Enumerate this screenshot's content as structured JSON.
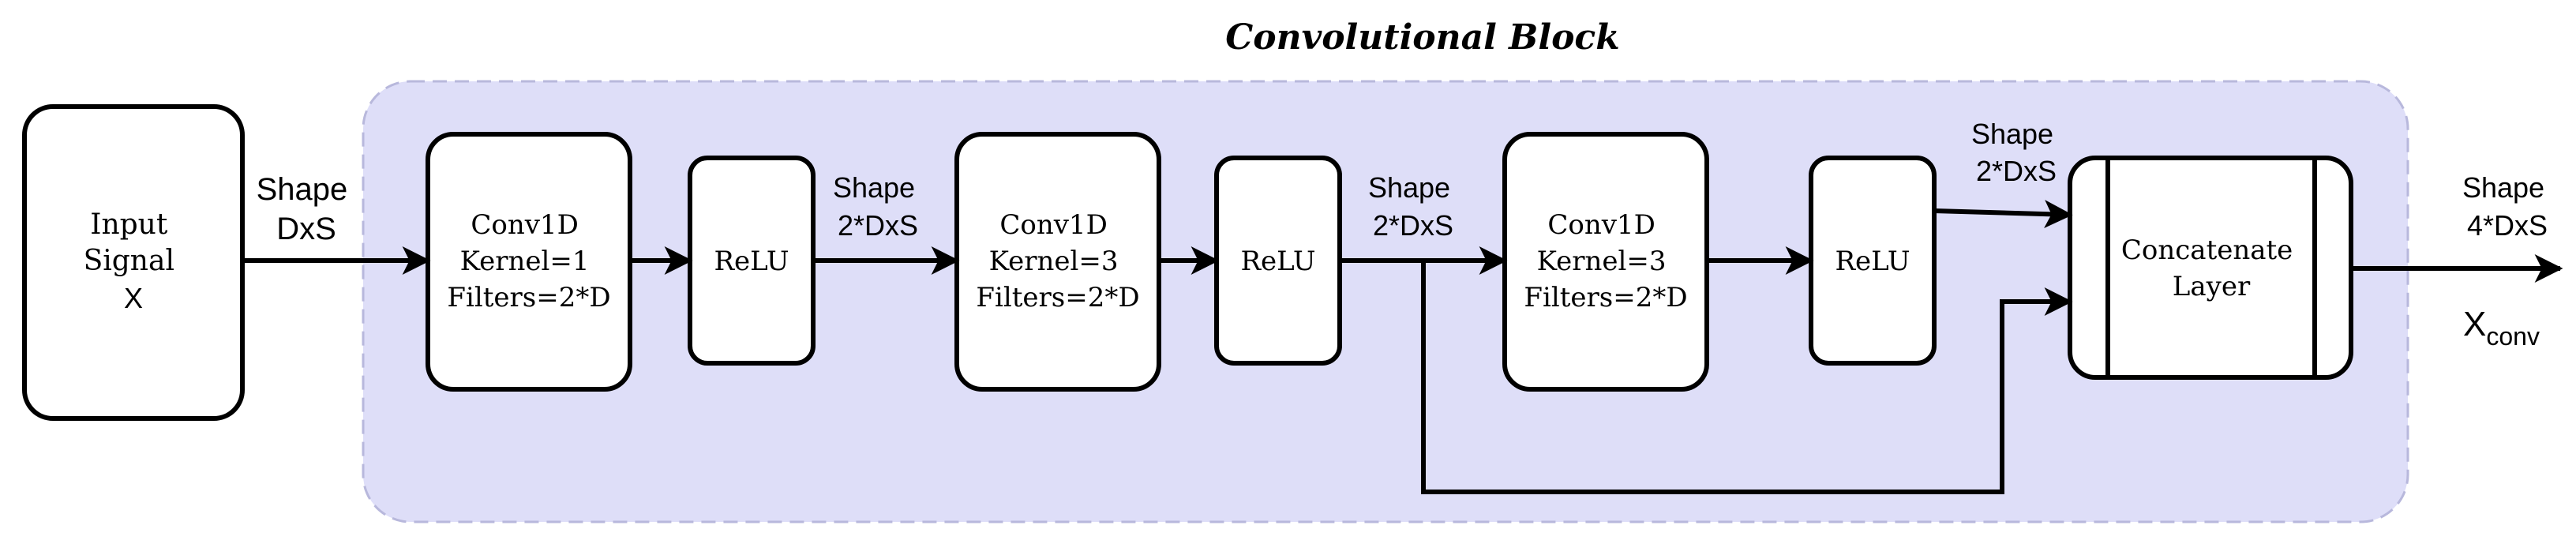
{
  "title": "Convolutional Block",
  "input": {
    "lines": [
      "Input",
      "Signal",
      "X"
    ]
  },
  "blocks": {
    "conv1": {
      "lines": [
        "Conv1D",
        "Kernel=1",
        "Filters=2*D"
      ]
    },
    "relu1": {
      "lines": [
        "ReLU"
      ]
    },
    "conv2": {
      "lines": [
        "Conv1D",
        "Kernel=3",
        "Filters=2*D"
      ]
    },
    "relu2": {
      "lines": [
        "ReLU"
      ]
    },
    "conv3": {
      "lines": [
        "Conv1D",
        "Kernel=3",
        "Filters=2*D"
      ]
    },
    "relu3": {
      "lines": [
        "ReLU"
      ]
    },
    "concat": {
      "lines": [
        "Concatenate",
        "Layer"
      ]
    }
  },
  "edge_labels": {
    "input_shape": [
      "Shape",
      "DxS"
    ],
    "relu1_shape": [
      "Shape",
      "2*DxS"
    ],
    "relu2_shape": [
      "Shape",
      "2*DxS"
    ],
    "relu3_shape": [
      "Shape",
      "2*DxS"
    ],
    "output_shape": [
      "Shape",
      "4*DxS"
    ]
  },
  "output": {
    "symbol": "X",
    "subscript": "conv"
  },
  "colors": {
    "block_fill": "#dedef8",
    "block_border": "#b8b8dc",
    "node_fill": "#ffffff",
    "stroke": "#000000"
  }
}
